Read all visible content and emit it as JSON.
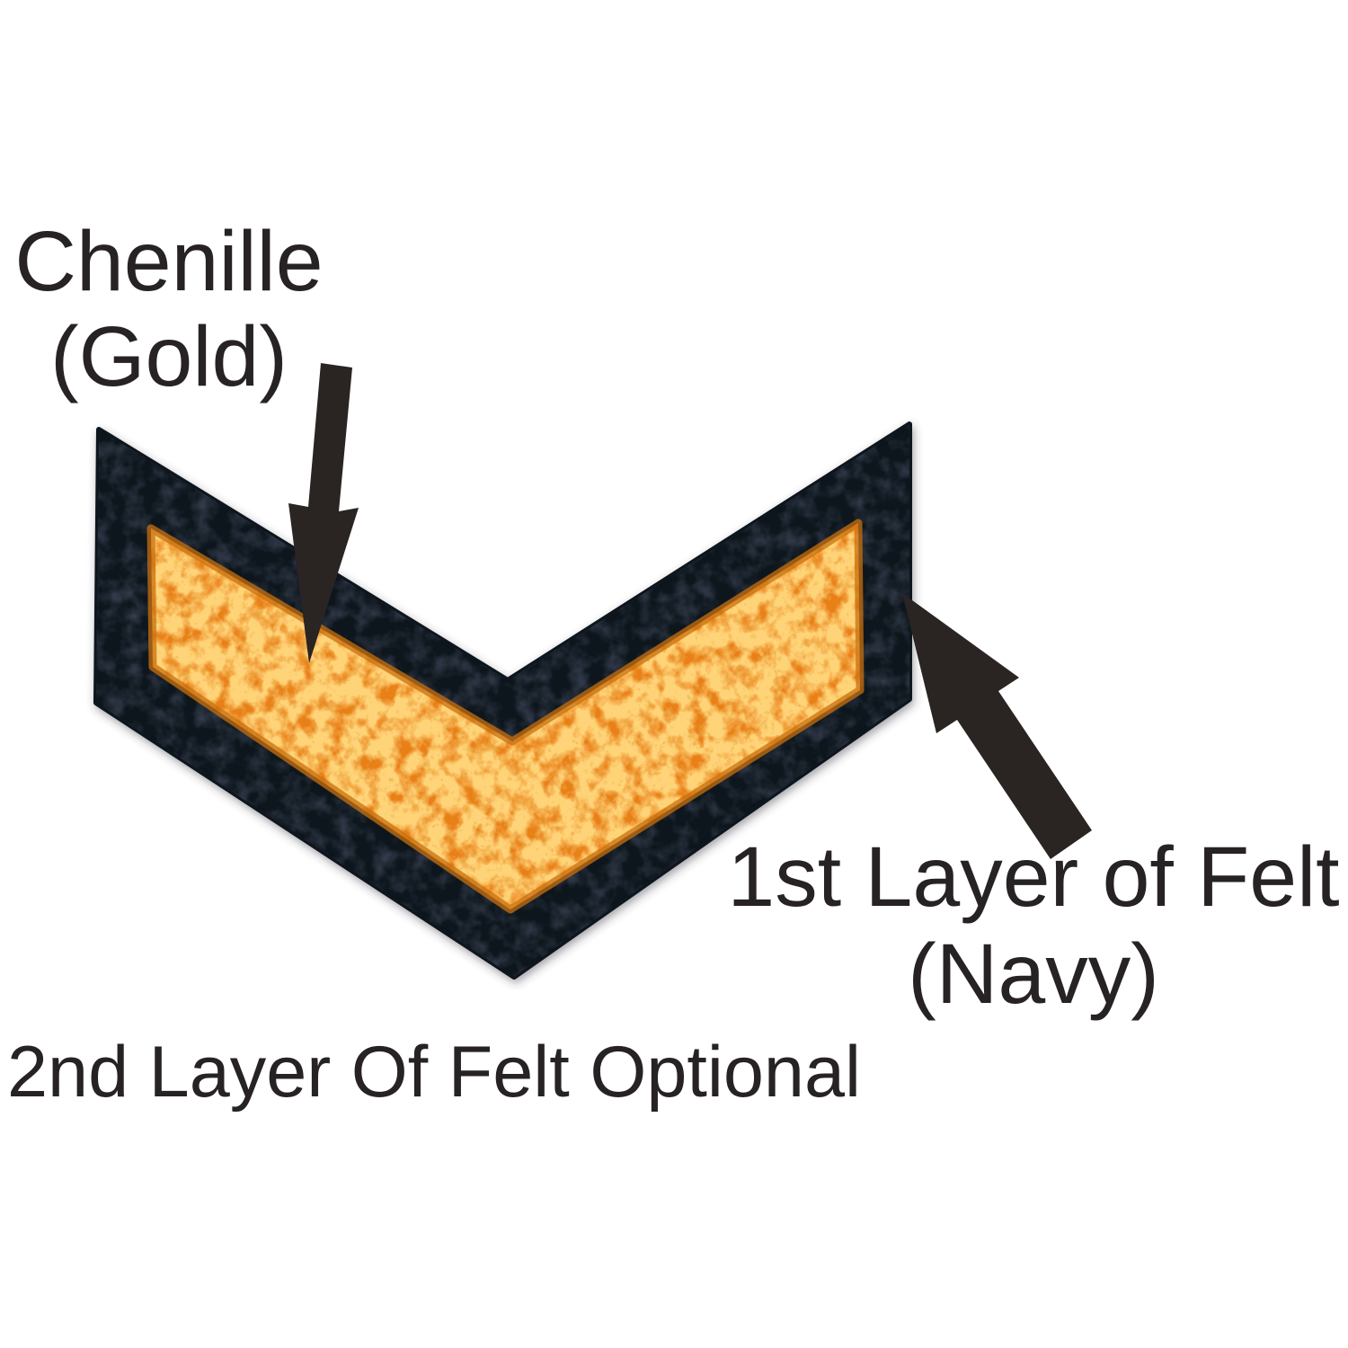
{
  "page": {
    "background": "#ffffff",
    "description": "Annotated diagram of a chenille chevron patch showing its material layers"
  },
  "diagram": {
    "labels": {
      "chenille": {
        "line1": "Chenille",
        "line2": "(Gold)"
      },
      "first_felt": {
        "line1": "1st Layer of Felt",
        "line2": "(Navy)"
      },
      "second_felt": {
        "text": "2nd Layer Of Felt Optional"
      }
    },
    "icons": {
      "chenille_pointer": "arrow-down-icon",
      "first_felt_pointer": "arrow-up-left-icon"
    },
    "colors": {
      "chenille_gold": "#e87f17",
      "chenille_gold_highlight": "#ffa830",
      "chenille_gold_shadow": "#c16a0d",
      "felt_navy": "#10121f",
      "arrow": "#2a2423",
      "text": "#272223"
    }
  }
}
